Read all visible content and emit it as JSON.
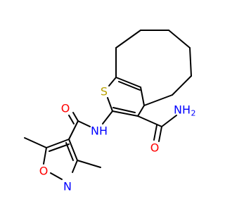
{
  "molecule": {
    "atoms": {
      "S": {
        "symbol": "S",
        "color": "#b8a000"
      },
      "N_amide": {
        "symbol": "NH",
        "color": "#0000ff"
      },
      "O_amide": {
        "symbol": "O",
        "color": "#ff0000"
      },
      "NH2": {
        "symbol": "NH",
        "subscript": "2",
        "color": "#0000ff"
      },
      "O_carbamoyl": {
        "symbol": "O",
        "color": "#ff0000"
      },
      "O_ring": {
        "symbol": "O",
        "color": "#ff0000"
      },
      "N_ring": {
        "symbol": "N",
        "color": "#0000ff"
      }
    }
  }
}
